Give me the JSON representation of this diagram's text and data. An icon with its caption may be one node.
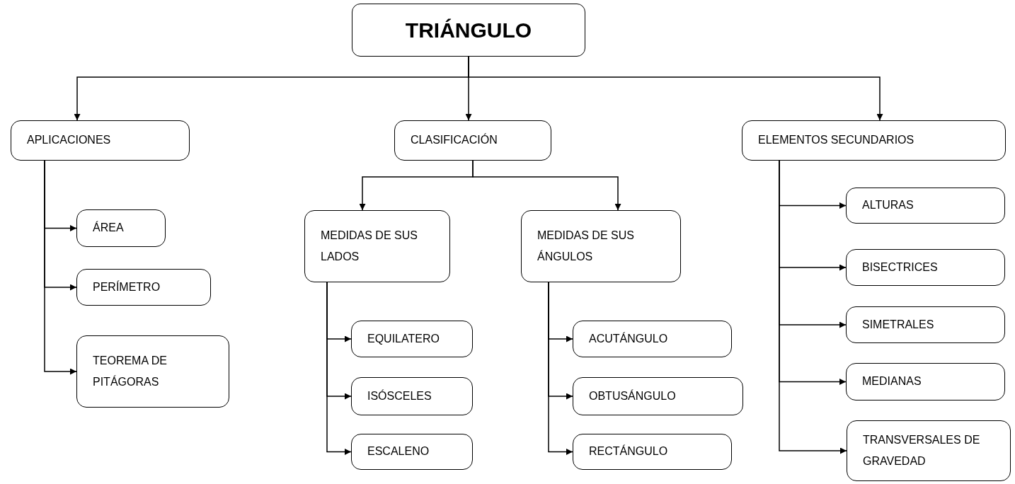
{
  "diagram": {
    "nodes": [
      {
        "text": [
          "TRIÁNGULO"
        ]
      },
      {
        "text": [
          "APLICACIONES"
        ]
      },
      {
        "text": [
          "CLASIFICACIÓN"
        ]
      },
      {
        "text": [
          "ELEMENTOS SECUNDARIOS"
        ]
      },
      {
        "text": [
          "ÁREA"
        ]
      },
      {
        "text": [
          "PERÍMETRO"
        ]
      },
      {
        "text": [
          "TEOREMA DE PITÁGORAS"
        ]
      },
      {
        "text": [
          "MEDIDAS DE SUS LADOS"
        ]
      },
      {
        "text": [
          "MEDIDAS DE SUS ÁNGULOS"
        ]
      },
      {
        "text": [
          "EQUILATERO"
        ]
      },
      {
        "text": [
          "ISÓSCELES"
        ]
      },
      {
        "text": [
          "ESCALENO"
        ]
      },
      {
        "text": [
          "ACUTÁNGULO"
        ]
      },
      {
        "text": [
          "OBTUSÁNGULO"
        ]
      },
      {
        "text": [
          "RECTÁNGULO"
        ]
      },
      {
        "text": [
          "ALTURAS"
        ]
      },
      {
        "text": [
          "BISECTRICES"
        ]
      },
      {
        "text": [
          "SIMETRALES"
        ]
      },
      {
        "text": [
          "MEDIANAS"
        ]
      },
      {
        "text": [
          "TRANSVERSALES DE GRAVEDAD"
        ]
      }
    ],
    "edges": [
      {
        "from": 0,
        "to": 1,
        "arrow": "to"
      },
      {
        "from": 0,
        "to": 2,
        "arrow": "to"
      },
      {
        "from": 0,
        "to": 3,
        "arrow": "to"
      },
      {
        "from": 1,
        "to": 4,
        "arrow": "to"
      },
      {
        "from": 1,
        "to": 5,
        "arrow": "to"
      },
      {
        "from": 1,
        "to": 6,
        "arrow": "to"
      },
      {
        "from": 2,
        "to": 7,
        "arrow": "to"
      },
      {
        "from": 2,
        "to": 8,
        "arrow": "to"
      },
      {
        "from": 7,
        "to": 9,
        "arrow": "to"
      },
      {
        "from": 7,
        "to": 10,
        "arrow": "to"
      },
      {
        "from": 7,
        "to": 11,
        "arrow": "to"
      },
      {
        "from": 8,
        "to": 12,
        "arrow": "to"
      },
      {
        "from": 8,
        "to": 13,
        "arrow": "to"
      },
      {
        "from": 8,
        "to": 14,
        "arrow": "to"
      },
      {
        "from": 3,
        "to": 15,
        "arrow": "to"
      },
      {
        "from": 3,
        "to": 16,
        "arrow": "to"
      },
      {
        "from": 3,
        "to": 17,
        "arrow": "to"
      },
      {
        "from": 3,
        "to": 18,
        "arrow": "to"
      },
      {
        "from": 3,
        "to": 19,
        "arrow": "to"
      }
    ]
  }
}
